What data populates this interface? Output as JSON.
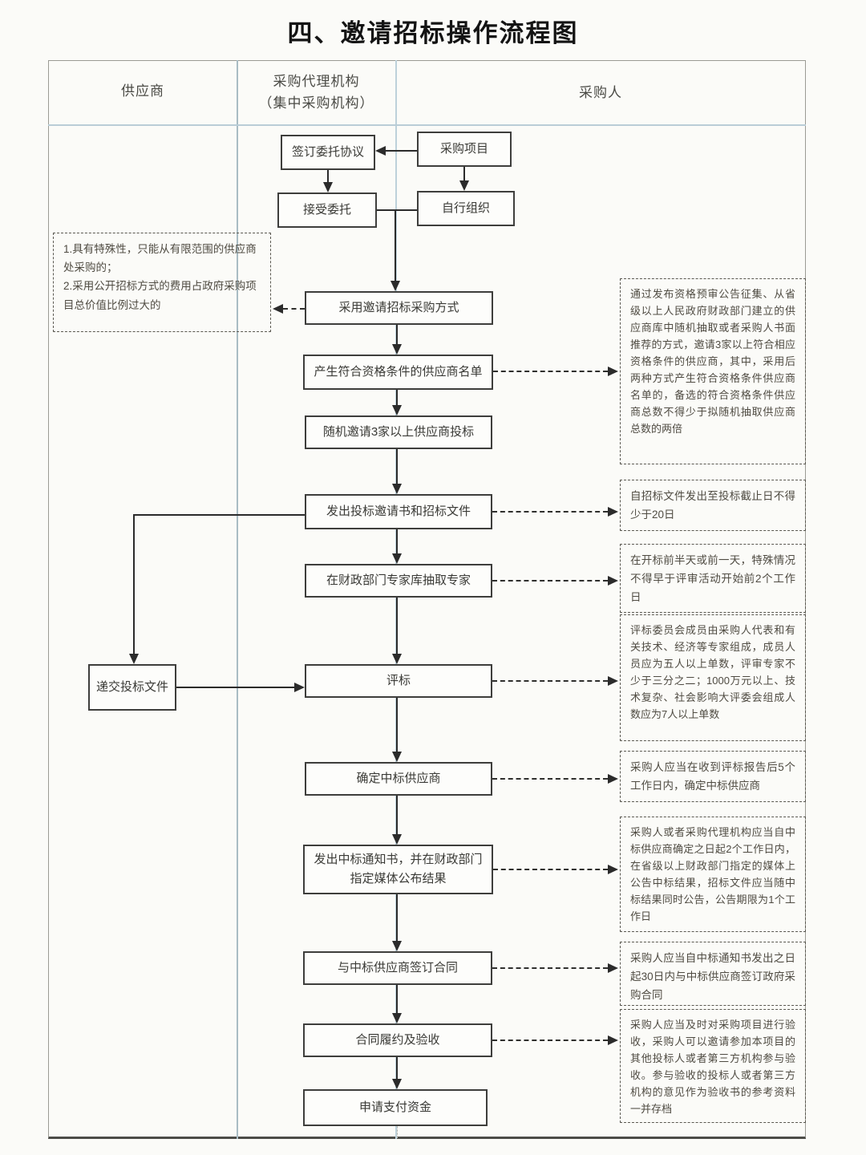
{
  "title": "四、邀请招标操作流程图",
  "lanes": {
    "supplier": "供应商",
    "agency_line1": "采购代理机构",
    "agency_line2": "（集中采购机构）",
    "purchaser": "采购人"
  },
  "nodes": {
    "sign_agreement": "签订委托协议",
    "procurement_project": "采购项目",
    "accept_entrustment": "接受委托",
    "self_organize": "自行组织",
    "adopt_method": "采用邀请招标采购方式",
    "generate_list": "产生符合资格条件的供应商名单",
    "random_invite": "随机邀请3家以上供应商投标",
    "issue_invitation": "发出投标邀请书和招标文件",
    "extract_experts": "在财政部门专家库抽取专家",
    "submit_bid": "递交投标文件",
    "bid_evaluation": "评标",
    "determine_winner": "确定中标供应商",
    "issue_award_notice": "发出中标通知书，并在财政部门指定媒体公布结果",
    "sign_contract": "与中标供应商签订合同",
    "performance_acceptance": "合同履约及验收",
    "apply_payment": "申请支付资金"
  },
  "notes": {
    "left_condition_1": "1.具有特殊性，只能从有限范围的供应商处采购的；",
    "left_condition_2": "2.采用公开招标方式的费用占政府采购项目总价值比例过大的",
    "qualification_source": "通过发布资格预审公告征集、从省级以上人民政府财政部门建立的供应商库中随机抽取或者采购人书面推荐的方式，邀请3家以上符合相应资格条件的供应商，其中，采用后两种方式产生符合资格条件供应商名单的，备选的符合资格条件供应商总数不得少于拟随机抽取供应商总数的两倍",
    "deadline_20_days": "自招标文件发出至投标截止日不得少于20日",
    "expert_extraction_time": "在开标前半天或前一天，特殊情况不得早于评审活动开始前2个工作日",
    "evaluation_committee": "评标委员会成员由采购人代表和有关技术、经济等专家组成，成员人员应为五人以上单数，评审专家不少于三分之二；1000万元以上、技术复杂、社会影响大评委会组成人数应为7人以上单数",
    "determine_5_days": "采购人应当在收到评标报告后5个工作日内，确定中标供应商",
    "announce_result": "采购人或者采购代理机构应当自中标供应商确定之日起2个工作日内，在省级以上财政部门指定的媒体上公告中标结果，招标文件应当随中标结果同时公告，公告期限为1个工作日",
    "contract_30_days": "采购人应当自中标通知书发出之日起30日内与中标供应商签订政府采购合同",
    "acceptance_rule": "采购人应当及时对采购项目进行验收，采购人可以邀请参加本项目的其他投标人或者第三方机构参与验收。参与验收的投标人或者第三方机构的意见作为验收书的参考资料一并存档"
  },
  "colors": {
    "node_border": "#3e3e3c",
    "dashed_border": "#5a5850",
    "arrow": "#2b2b2b",
    "lane_divider": "#b9cdd7",
    "background": "#fbfbf8"
  }
}
